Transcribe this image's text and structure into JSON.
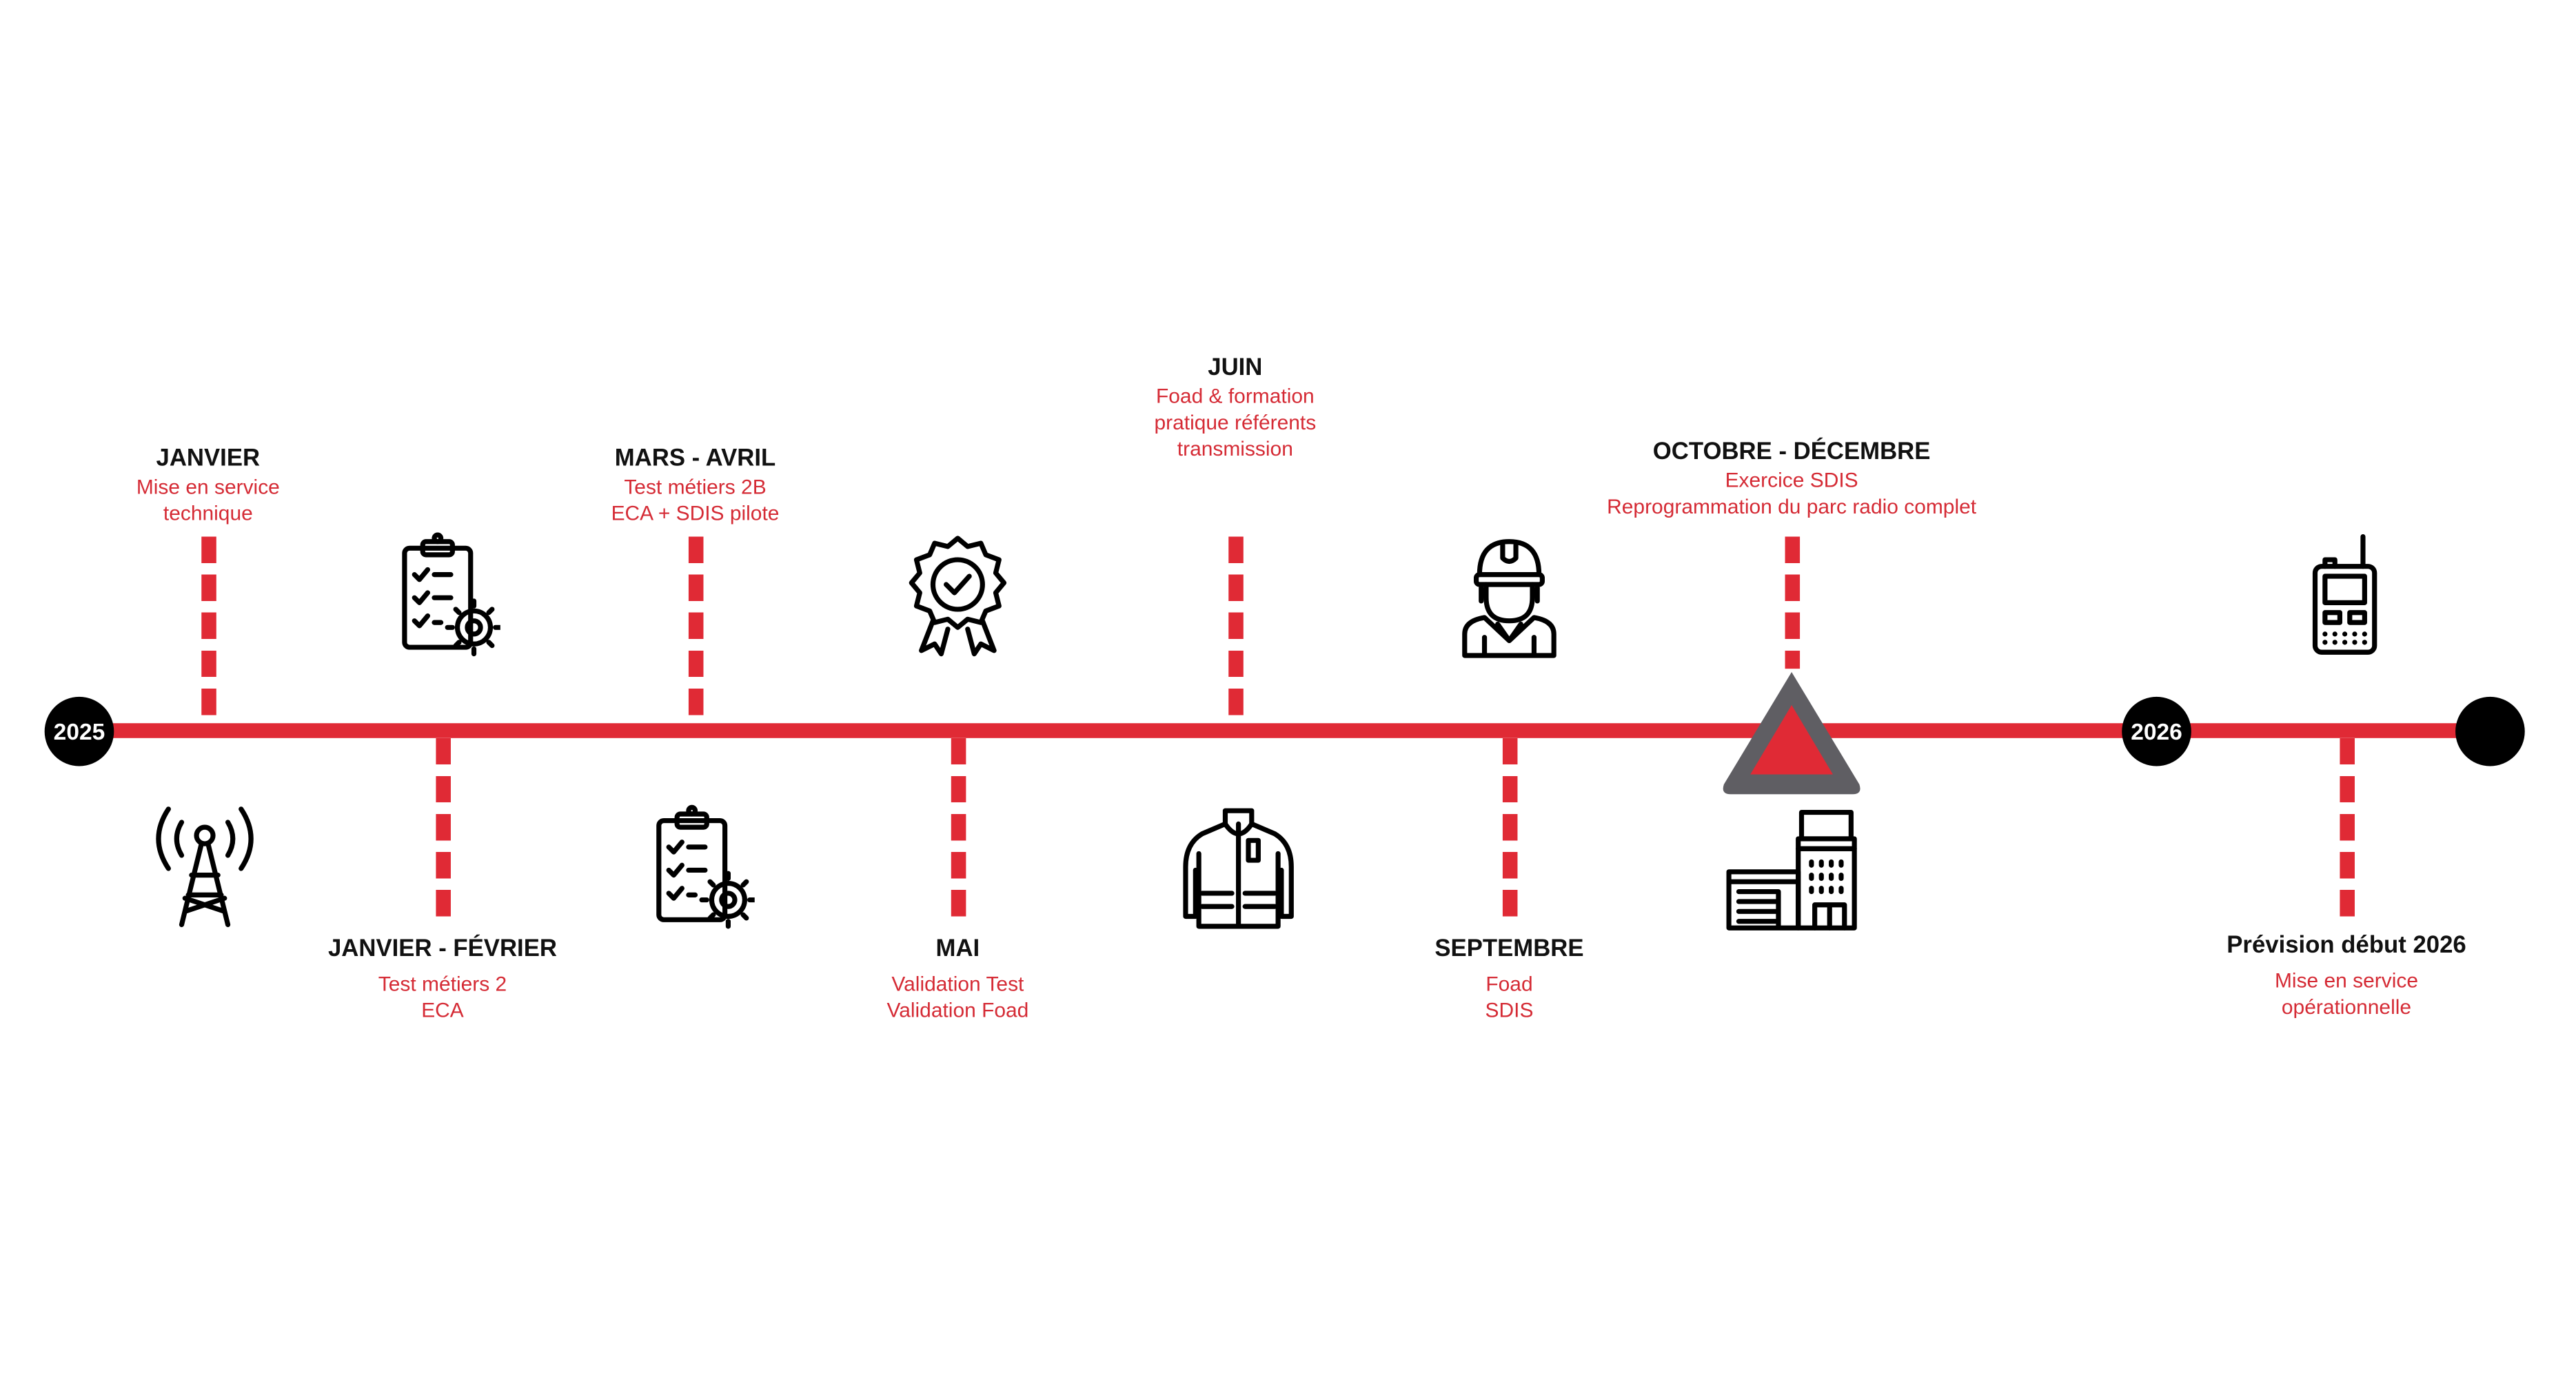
{
  "years": {
    "start": "2025",
    "end": "2026"
  },
  "colors": {
    "accent": "#e02a35",
    "marker": "#000000",
    "triangle_border": "#5f5e63"
  },
  "milestones": [
    {
      "title": "JANVIER",
      "lines": [
        "Mise en service",
        "technique"
      ],
      "icon": "radio-tower-icon"
    },
    {
      "title": "JANVIER - FÉVRIER",
      "lines": [
        "Test métiers 2",
        "ECA"
      ],
      "icon": "checklist-gear-icon"
    },
    {
      "title": "MARS - AVRIL",
      "lines": [
        "Test métiers 2B",
        "ECA + SDIS pilote"
      ],
      "icon": "checklist-gear-icon"
    },
    {
      "title": "MAI",
      "lines": [
        "Validation Test",
        "Validation Foad"
      ],
      "icon": "award-badge-icon"
    },
    {
      "title": "JUIN",
      "lines": [
        "Foad & formation",
        "pratique référents",
        "transmission"
      ],
      "icon": "firefighter-jacket-icon"
    },
    {
      "title": "SEPTEMBRE",
      "lines": [
        "Foad",
        "SDIS"
      ],
      "icon": "firefighter-icon"
    },
    {
      "title": "OCTOBRE - DÉCEMBRE",
      "lines": [
        "Exercice SDIS",
        "Reprogrammation du parc radio complet"
      ],
      "icon": "building-icon"
    },
    {
      "title": "Prévision début 2026",
      "lines": [
        "Mise en service",
        "opérationnelle"
      ],
      "icon": "walkie-talkie-icon"
    }
  ]
}
